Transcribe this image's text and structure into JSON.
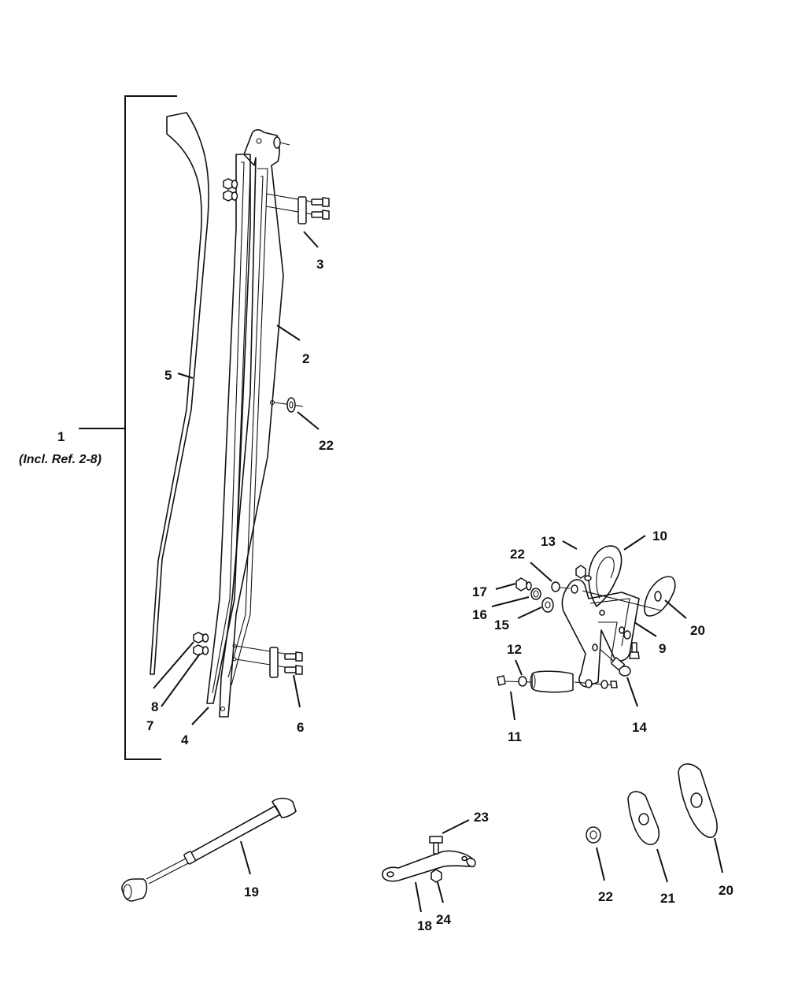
{
  "callouts": {
    "c1": "1",
    "c1_note": "(Incl. Ref. 2-8)",
    "c2": "2",
    "c3": "3",
    "c4": "4",
    "c5": "5",
    "c6": "6",
    "c7": "7",
    "c8": "8",
    "c9": "9",
    "c10": "10",
    "c11": "11",
    "c12": "12",
    "c13": "13",
    "c14": "14",
    "c15": "15",
    "c16": "16",
    "c17": "17",
    "c18": "18",
    "c19": "19",
    "c20a": "20",
    "c20b": "20",
    "c21": "21",
    "c22a": "22",
    "c22b": "22",
    "c22c": "22",
    "c23": "23",
    "c24": "24"
  }
}
